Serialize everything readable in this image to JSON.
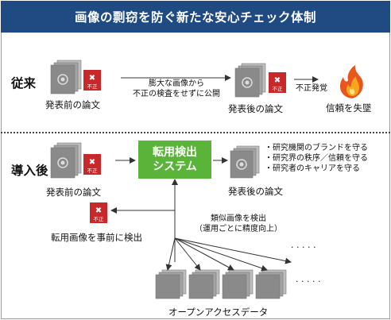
{
  "title": "画像の剽窃を防ぐ新たな安心チェック体制",
  "conventional": {
    "section_label": "従来",
    "paper_before": "発表前の論文",
    "arrow_text": [
      "膨大な画像から",
      "不正の検査をせずに公開"
    ],
    "paper_after": "発表後の論文",
    "fraud_label": "不正発覚",
    "trust_loss": "信頼を失墜"
  },
  "introduced": {
    "section_label": "導入後",
    "paper_before": "発表前の論文",
    "system_box": [
      "転用検出",
      "システム"
    ],
    "paper_after": "発表後の論文",
    "benefits": [
      "・研究機関のブランドを守る",
      "・研究界の秩序／信頼を守る",
      "・研究者のキャリアを守る"
    ],
    "detect_caption": "転用画像を事前に検出",
    "similar_caption": [
      "類似画像を検出",
      "（運用ごとに精度向上）"
    ],
    "dots": ". . . . .",
    "open_data": "オープンアクセスデータ"
  },
  "badge_text": "不正",
  "colors": {
    "title_bg": "#1f4a82",
    "system_box": "#5bb43a",
    "fraud_badge": "#c8282a",
    "paper": "#8a8a8a"
  }
}
